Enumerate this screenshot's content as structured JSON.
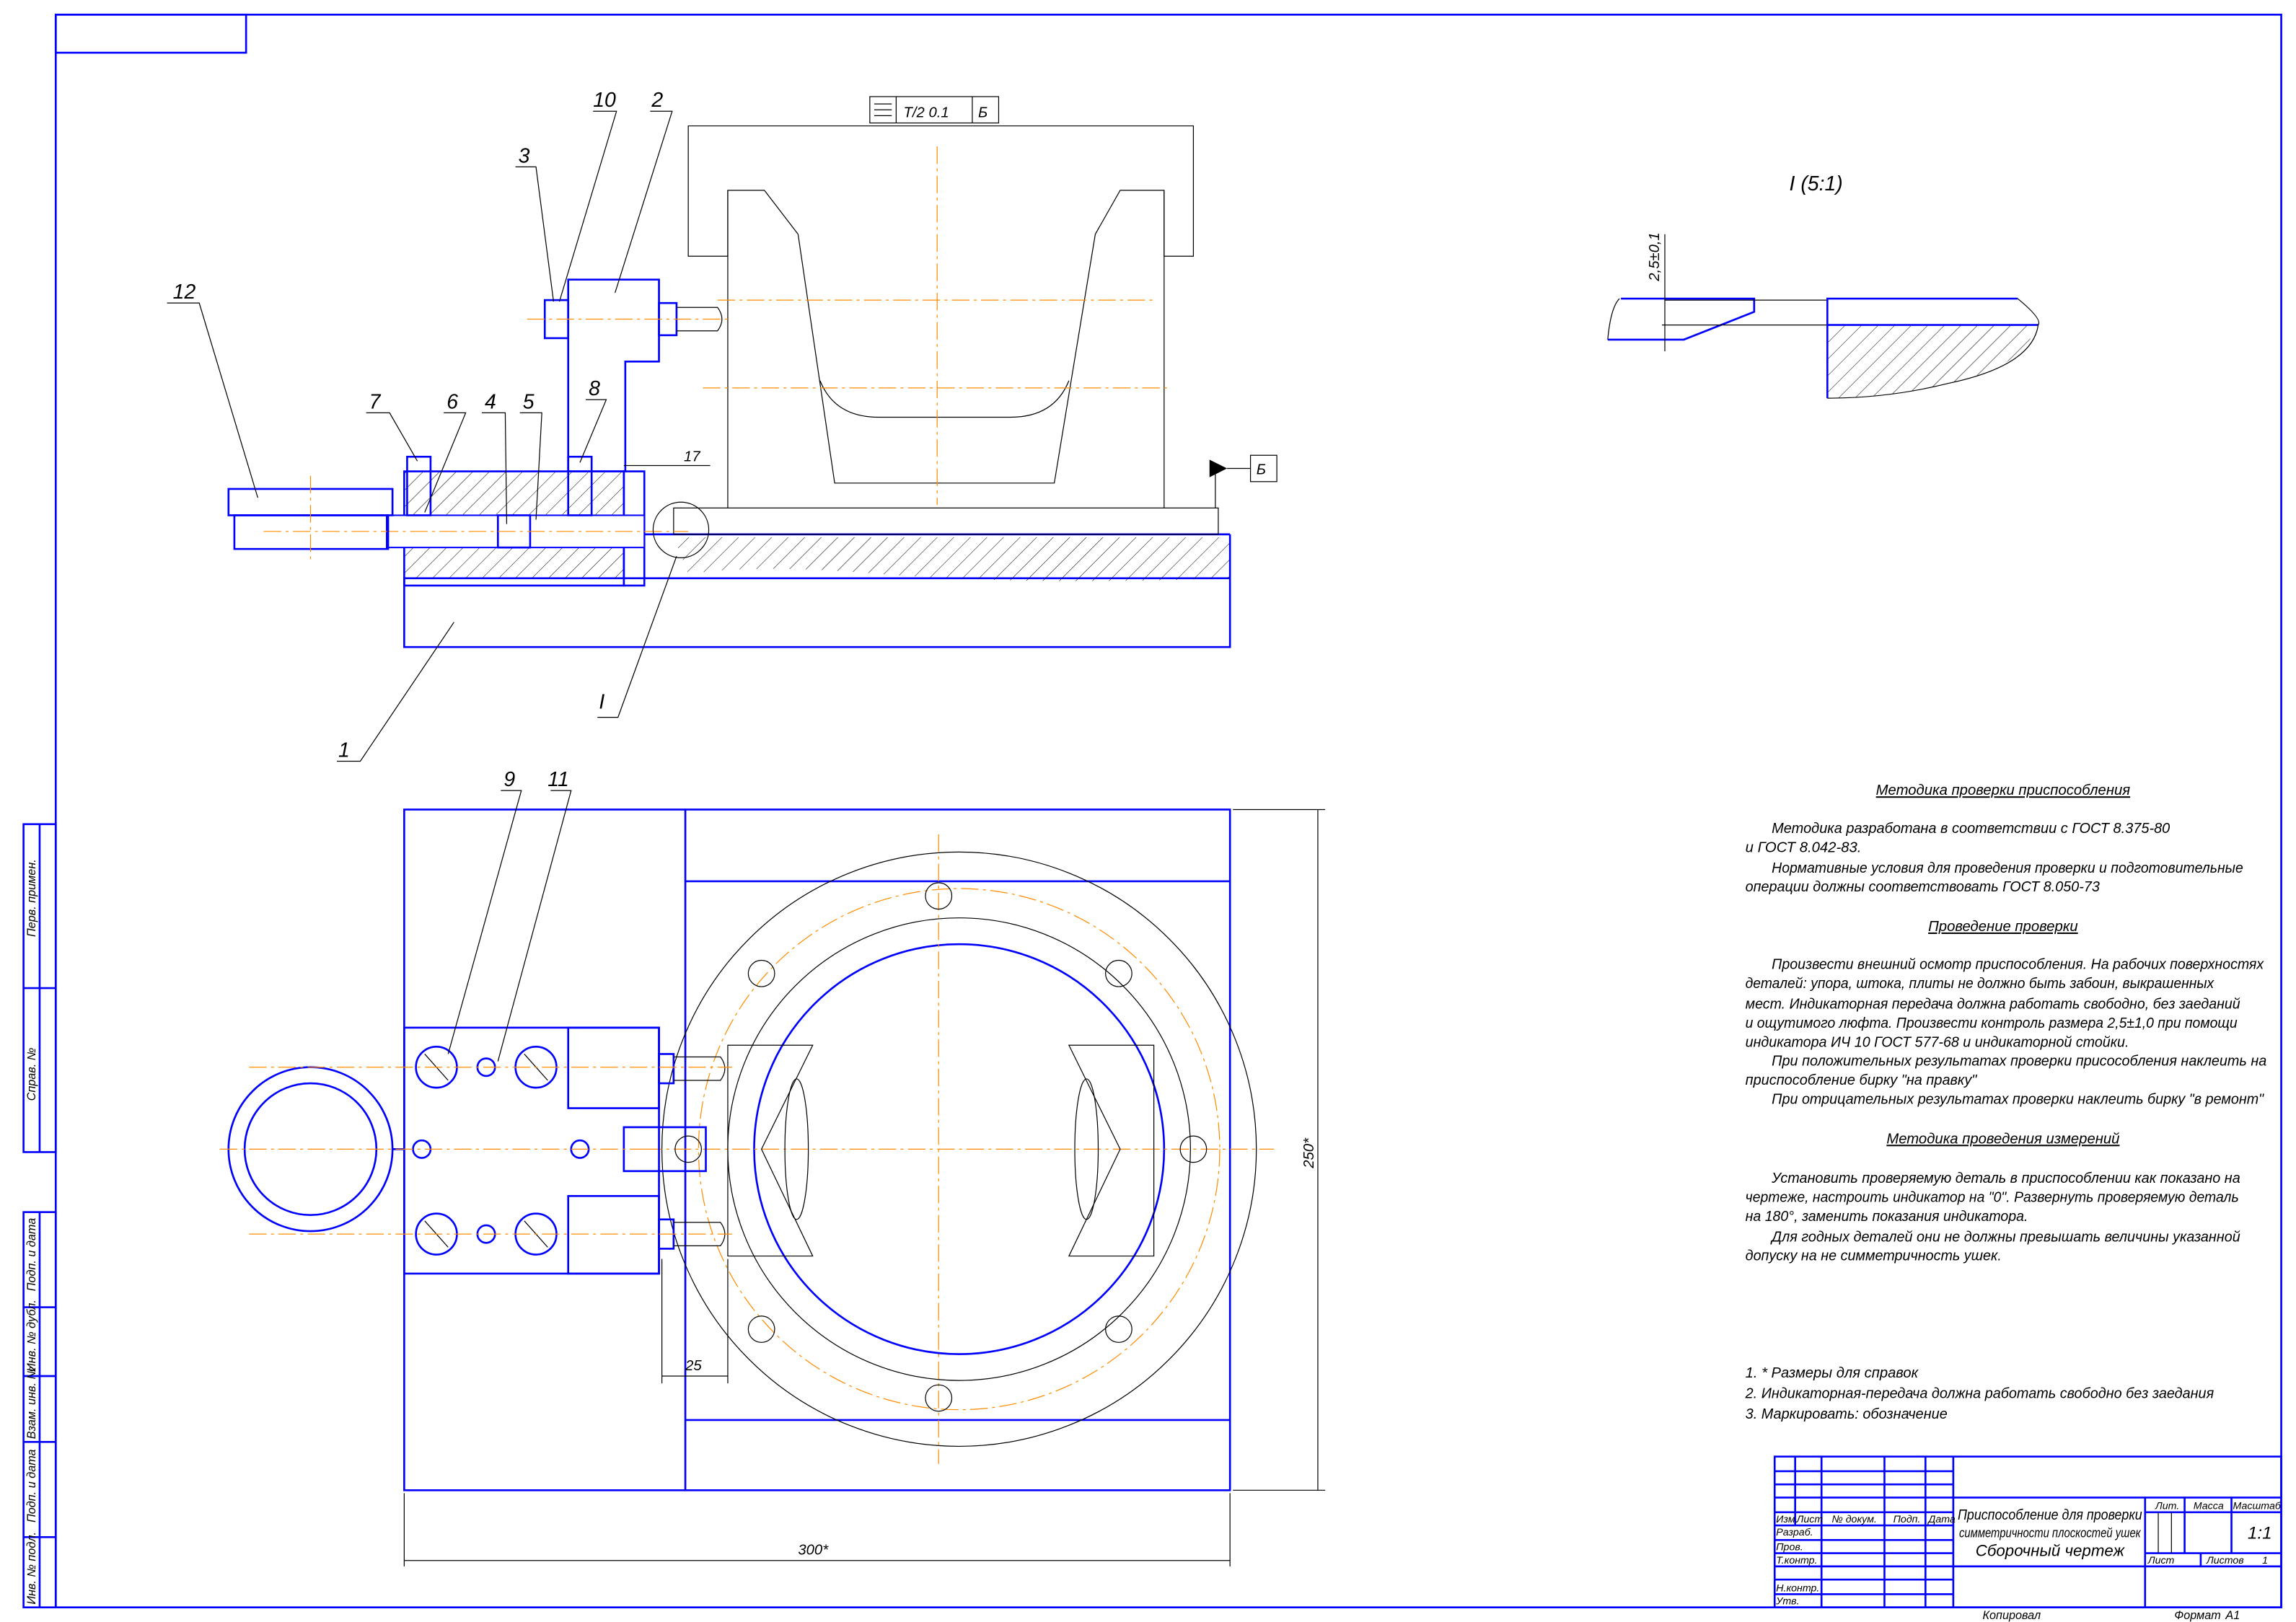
{
  "colors": {
    "frame": "#0000ff",
    "line": "#000000",
    "axis": "#ff8c00"
  },
  "drawing": {
    "tolerance_frame": {
      "symbol": "symmetry-icon",
      "value": "T/2  0.1",
      "datum": "Б"
    },
    "datum_label": "Б",
    "section_mark": "I",
    "detail_title": "I (5:1)",
    "detail_dimension": "2,5±0,1",
    "part_numbers": [
      "1",
      "2",
      "3",
      "4",
      "5",
      "6",
      "7",
      "8",
      "9",
      "10",
      "11",
      "12"
    ],
    "dimensions": {
      "gap": "17",
      "pin_offset": "25",
      "width": "300*",
      "height": "250*"
    }
  },
  "notes": {
    "heading1": "Методика проверки приспособления",
    "p1": [
      "Методика разработана в соответствии с ГОСТ 8.375-80",
      "и ГОСТ 8.042-83.",
      "Нормативные условия для проведения проверки и подготовительные",
      "операции должны соответствовать ГОСТ 8.050-73"
    ],
    "heading2": "Проведение проверки",
    "p2": [
      "Произвести внешний осмотр приспособления. На рабочих поверхностях",
      "деталей: упора, штока, плиты не должно быть забоин, выкрашенных",
      "мест. Индикаторная передача должна работать свободно, без заеданий",
      "и ощутимого люфта. Произвести контроль размера 2,5±1,0 при помощи",
      "индикатора ИЧ 10 ГОСТ 577-68 и индикаторной стойки.",
      "При положительных результатах проверки присособления наклеить на",
      "приспособление бирку \"на правку\"",
      "При отрицательных результатах проверки наклеить бирку \"в ремонт\""
    ],
    "heading3": "Методика проведения измерений",
    "p3": [
      "Установить проверяемую деталь в приспособлении как показано на",
      "чертеже, настроить индикатор на \"0\". Развернуть проверяемую деталь",
      "на 180°, заменить показания индикатора.",
      "Для годных деталей они не должны превышать величины указанной",
      "допуску на не симметричность ушек."
    ],
    "requirements": [
      "1. * Размеры для справок",
      "2. Индикаторная-передача должна работать свободно без заедания",
      "3. Маркировать: обозначение"
    ]
  },
  "title_block": {
    "headers": [
      "Изм.",
      "Лист",
      "№ докум.",
      "Подп.",
      "Дата"
    ],
    "roles": [
      "Разраб.",
      "Пров.",
      "Т.контр.",
      "",
      "Н.контр.",
      "Утв."
    ],
    "title_lines": [
      "Приспособление для проверки",
      "симметричности плоскостей ушек",
      "Сборочный чертеж"
    ],
    "lit_label": "Лит.",
    "mass_label": "Масса",
    "scale_label": "Масштаб",
    "scale_value": "1:1",
    "sheet_label": "Лист",
    "sheets_label": "Листов",
    "sheets_value": "1",
    "copied_label": "Копировал",
    "format_label": "Формат",
    "format_value": "А1"
  },
  "side_strip": [
    "Перв. примен.",
    "Справ. №",
    "Подп. и дата",
    "Инв. № дубл.",
    "Взам. инв. №",
    "Подп. и дата",
    "Инв. № подл."
  ]
}
